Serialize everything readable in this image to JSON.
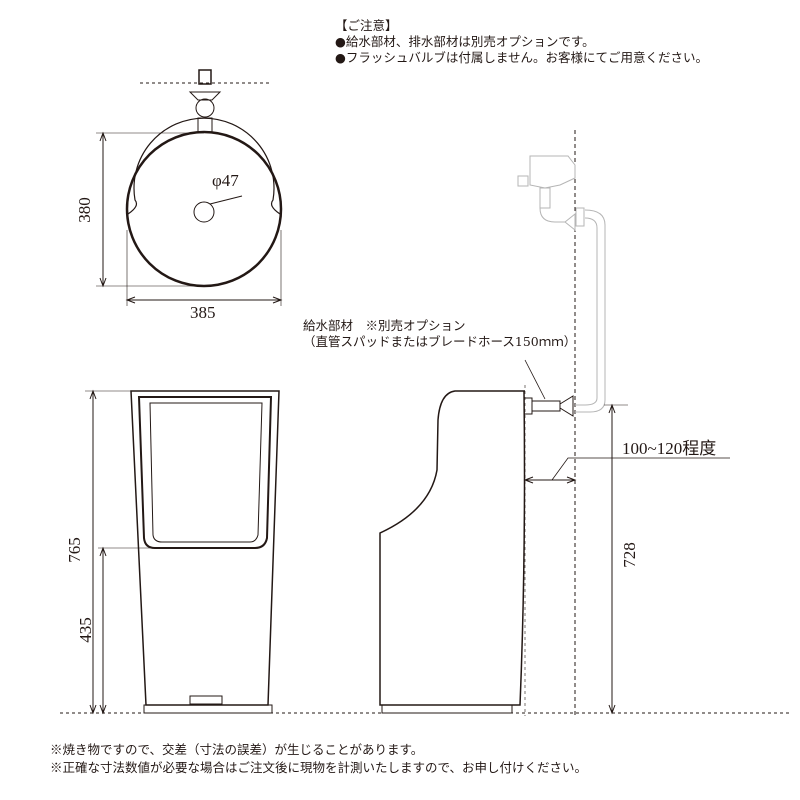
{
  "notice": {
    "heading": "【ご注意】",
    "lines": [
      "●給水部材、排水部材は別売オプションです。",
      "●フラッシュバルブは付属しません。お客様にてご用意ください。"
    ]
  },
  "top_view": {
    "diameter_label": "φ47",
    "depth": "380",
    "width": "385"
  },
  "front_view": {
    "height": "765",
    "rim_height": "435"
  },
  "side_view": {
    "supply_label_1": "給水部材　※別売オプション",
    "supply_label_2": "（直管スパッドまたはブレードホース150ｍｍ）",
    "wall_gap": "100~120程度",
    "supply_height": "728"
  },
  "footnotes": [
    "※焼き物ですので、交差（寸法の誤差）が生じることがあります。",
    "※正確な寸法数値が必要な場合はご注文後に現物を計測いたしますので、お申し付けください。"
  ],
  "colors": {
    "line": "#231815",
    "ghost": "#b5b5b5"
  }
}
